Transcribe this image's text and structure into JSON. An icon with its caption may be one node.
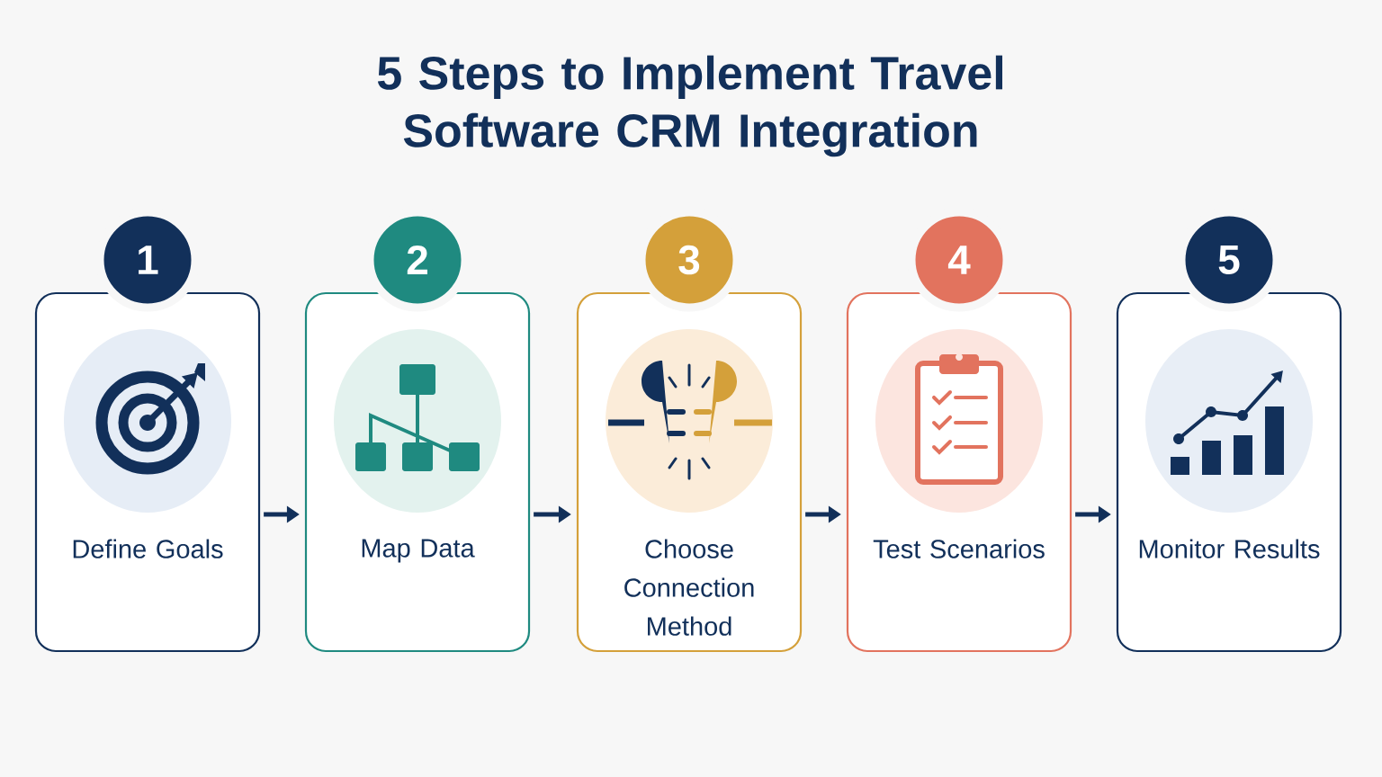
{
  "diagram": {
    "title": "5 Steps to Implement Travel Software CRM Integration",
    "nodes": [
      {
        "text": [
          "1",
          "Define Goals"
        ]
      },
      {
        "text": [
          "2",
          "Map Data"
        ]
      },
      {
        "text": [
          "3",
          "Choose Connection Method"
        ]
      },
      {
        "text": [
          "4",
          "Test Scenarios"
        ]
      },
      {
        "text": [
          "5",
          "Monitor Results"
        ]
      }
    ],
    "edges": [
      {
        "from": 0,
        "to": 1,
        "arrow": "to"
      },
      {
        "from": 1,
        "to": 2,
        "arrow": "to"
      },
      {
        "from": 2,
        "to": 3,
        "arrow": "to"
      },
      {
        "from": 3,
        "to": 4,
        "arrow": "to"
      }
    ]
  }
}
